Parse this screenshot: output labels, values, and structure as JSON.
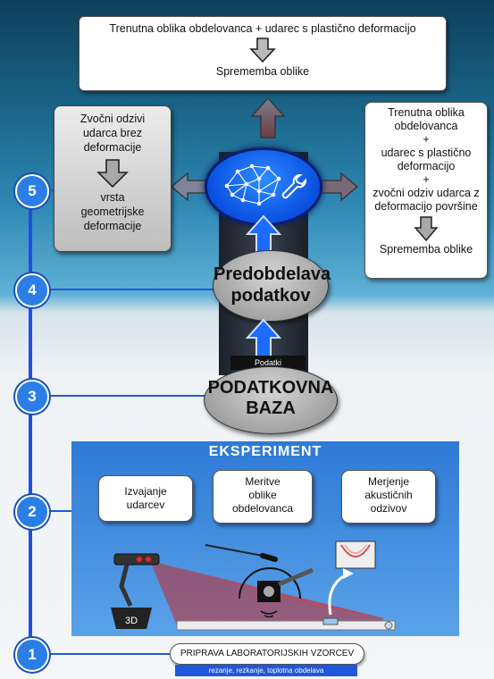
{
  "top_box": {
    "line1": "Trenutna oblika obdelovanca + udarec s plastično deformacijo",
    "line2": "Sprememba oblike"
  },
  "left_box": {
    "line1": "Zvočni odzivi",
    "line2": "udarca brez",
    "line3": "deformacije",
    "line4": "vrsta",
    "line5": "geometrijske",
    "line6": "deformacije"
  },
  "right_box": {
    "line1": "Trenutna oblika",
    "line2": "obdelovanca",
    "plus1": "+",
    "line3": "udarec s plastično",
    "line4": "deformacijo",
    "plus2": "+",
    "line5": "zvočni odziv udarca z",
    "line6": "deformacijo površine",
    "line7": "Sprememba oblike"
  },
  "preprocessing": {
    "line1": "Predobdelava",
    "line2": "podatkov"
  },
  "database": {
    "line1": "PODATKOVNA",
    "line2": "BAZA",
    "tag": "Podatki"
  },
  "experiment": {
    "title": "EKSPERIMENT",
    "box1": [
      "Izvajanje",
      "udarcev"
    ],
    "box2": [
      "Meritve",
      "oblike",
      "obdelovanca"
    ],
    "box3": [
      "Merjenje",
      "akustičnih",
      "odzivov"
    ],
    "scanner_label": "3D"
  },
  "preparation": {
    "label": "PRIPRAVA LABORATORIJSKIH VZORCEV",
    "sub": "rezanje, rezkanje, toplotna obdelava"
  },
  "steps": [
    "1",
    "2",
    "3",
    "4",
    "5"
  ],
  "colors": {
    "accent": "#2a7ee6",
    "arrow_blue": "#1e6bff",
    "line": "#1f58d9"
  },
  "icons": [
    "neural-network-icon",
    "wrench-icon",
    "laser-scanner-icon",
    "microphone-icon",
    "hammer-icon",
    "surface-deformation-icon"
  ]
}
